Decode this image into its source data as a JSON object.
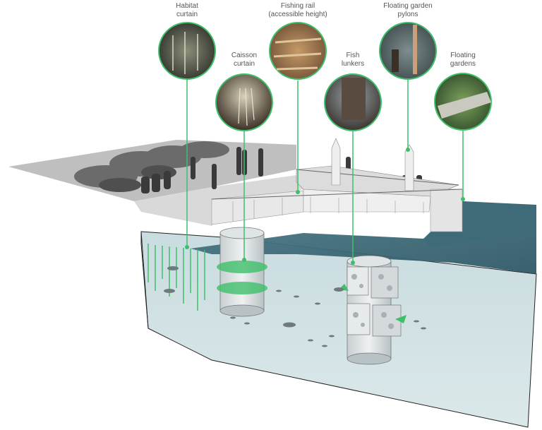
{
  "accent_color": "#3fbf6a",
  "labels": {
    "habitat_curtain": [
      "Habitat",
      "curtain"
    ],
    "caisson_curtain": [
      "Caisson",
      "curtain"
    ],
    "fishing_rail": [
      "Fishing rail",
      "(accessible height)"
    ],
    "fish_lunkers": [
      "Fish",
      "lunkers"
    ],
    "floating_garden_pylons": [
      "Floating garden",
      "pylons"
    ],
    "floating_gardens": [
      "Floating",
      "gardens"
    ]
  }
}
